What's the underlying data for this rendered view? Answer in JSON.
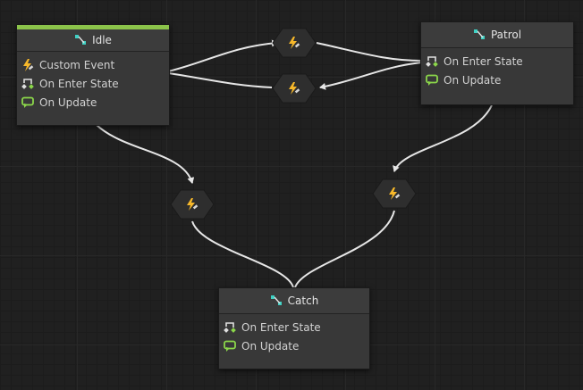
{
  "graph": {
    "nodes": {
      "idle": {
        "title": "Idle",
        "is_start": true,
        "events": [
          "Custom Event",
          "On Enter State",
          "On Update"
        ]
      },
      "patrol": {
        "title": "Patrol",
        "is_start": false,
        "events": [
          "On Enter State",
          "On Update"
        ]
      },
      "catch": {
        "title": "Catch",
        "is_start": false,
        "events": [
          "On Enter State",
          "On Update"
        ]
      }
    },
    "transitions": [
      {
        "from": "Idle",
        "to": "Patrol"
      },
      {
        "from": "Patrol",
        "to": "Idle"
      },
      {
        "from": "Idle",
        "to": "Catch"
      },
      {
        "from": "Patrol",
        "to": "Catch"
      }
    ]
  },
  "colors": {
    "start_bar": "#8bc34a",
    "state_icon": "#3fd1c4",
    "event_icon": "#f7b82a",
    "update_icon": "#8bd64a",
    "wire": "#e6e6e6"
  }
}
